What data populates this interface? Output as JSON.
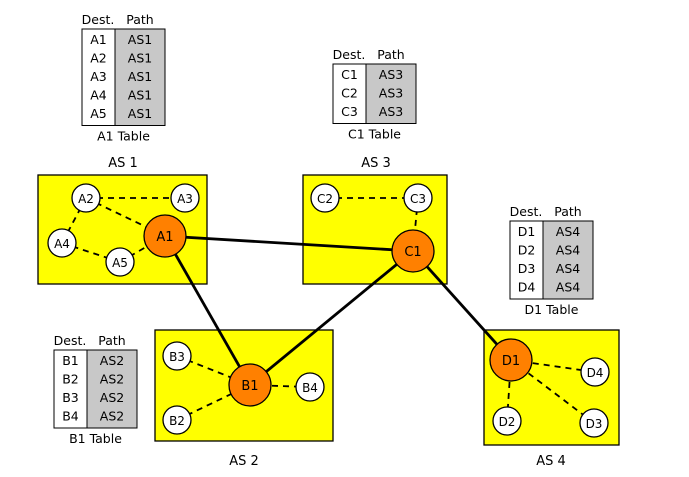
{
  "colors": {
    "as_fill": "#ffff00",
    "border_router": "#ff8000",
    "path_cell": "#c8c8c8",
    "line": "#000000"
  },
  "tables": {
    "a1": {
      "header_dest": "Dest.",
      "header_path": "Path",
      "caption": "A1 Table",
      "rows": [
        [
          "A1",
          "AS1"
        ],
        [
          "A2",
          "AS1"
        ],
        [
          "A3",
          "AS1"
        ],
        [
          "A4",
          "AS1"
        ],
        [
          "A5",
          "AS1"
        ]
      ]
    },
    "c1": {
      "header_dest": "Dest.",
      "header_path": "Path",
      "caption": "C1 Table",
      "rows": [
        [
          "C1",
          "AS3"
        ],
        [
          "C2",
          "AS3"
        ],
        [
          "C3",
          "AS3"
        ]
      ]
    },
    "d1": {
      "header_dest": "Dest.",
      "header_path": "Path",
      "caption": "D1 Table",
      "rows": [
        [
          "D1",
          "AS4"
        ],
        [
          "D2",
          "AS4"
        ],
        [
          "D3",
          "AS4"
        ],
        [
          "D4",
          "AS4"
        ]
      ]
    },
    "b1": {
      "header_dest": "Dest.",
      "header_path": "Path",
      "caption": "B1 Table",
      "rows": [
        [
          "B1",
          "AS2"
        ],
        [
          "B2",
          "AS2"
        ],
        [
          "B3",
          "AS2"
        ],
        [
          "B4",
          "AS2"
        ]
      ]
    }
  },
  "as_labels": {
    "as1": "AS 1",
    "as2": "AS 2",
    "as3": "AS 3",
    "as4": "AS 4"
  },
  "nodes": {
    "A1": "A1",
    "A2": "A2",
    "A3": "A3",
    "A4": "A4",
    "A5": "A5",
    "B1": "B1",
    "B2": "B2",
    "B3": "B3",
    "B4": "B4",
    "C1": "C1",
    "C2": "C2",
    "C3": "C3",
    "D1": "D1",
    "D2": "D2",
    "D3": "D3",
    "D4": "D4"
  }
}
